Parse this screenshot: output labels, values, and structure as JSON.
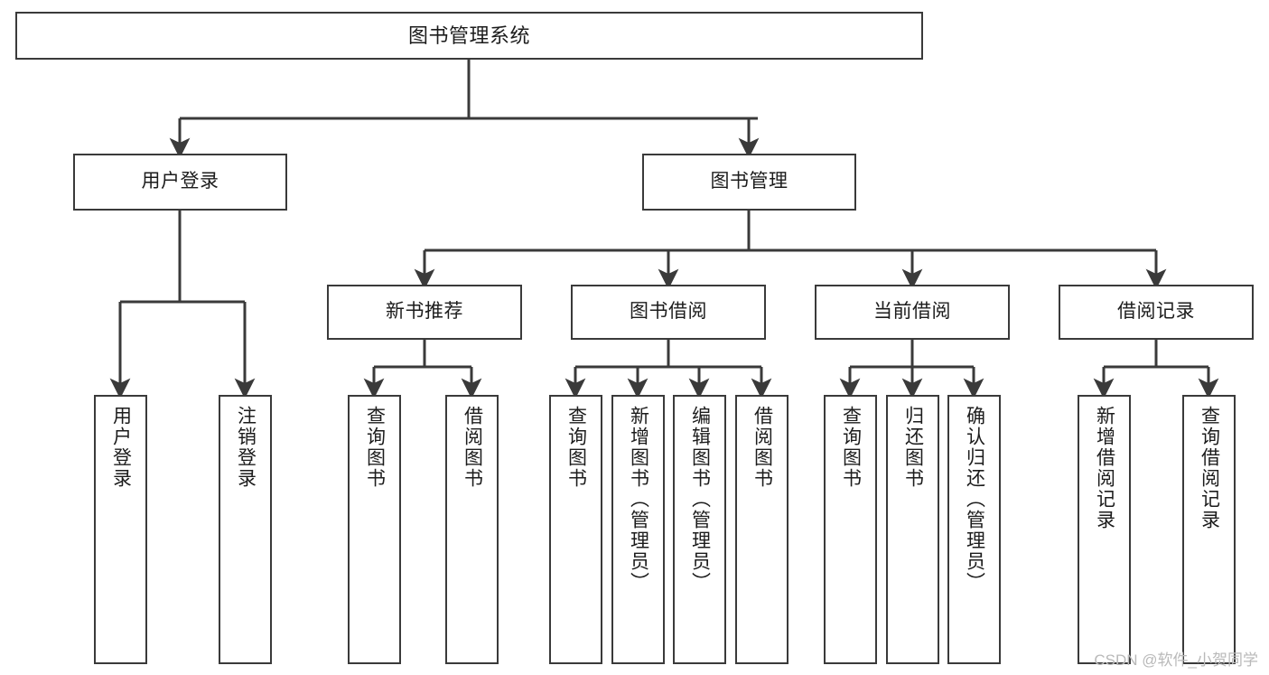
{
  "diagram": {
    "title": "图书管理系统",
    "type": "tree-hierarchy-chart",
    "watermark": "CSDN @软件_小贺同学",
    "colors": {
      "box_border": "#3a3a3a",
      "box_fill": "#ffffff",
      "edge": "#3a3a3a",
      "text": "#1c1c1c",
      "watermark": "#b9b9b9",
      "background": "#ffffff"
    },
    "levels": {
      "root": {
        "label": "图书管理系统"
      },
      "level2": [
        {
          "id": "user-login",
          "label": "用户登录"
        },
        {
          "id": "book-manage",
          "label": "图书管理"
        }
      ],
      "level3": [
        {
          "id": "new-book-recommend",
          "label": "新书推荐",
          "parent": "book-manage"
        },
        {
          "id": "book-borrow",
          "label": "图书借阅",
          "parent": "book-manage"
        },
        {
          "id": "current-borrow",
          "label": "当前借阅",
          "parent": "book-manage"
        },
        {
          "id": "borrow-record",
          "label": "借阅记录",
          "parent": "book-manage"
        }
      ],
      "leaves": [
        {
          "id": "leaf-user-login",
          "label": "用户登录",
          "parent": "user-login"
        },
        {
          "id": "leaf-logout-login",
          "label": "注销登录",
          "parent": "user-login"
        },
        {
          "id": "leaf-query-book-rec",
          "label": "查询图书",
          "parent": "new-book-recommend"
        },
        {
          "id": "leaf-borrow-book-rec",
          "label": "借阅图书",
          "parent": "new-book-recommend"
        },
        {
          "id": "leaf-query-book-borrow",
          "label": "查询图书",
          "parent": "book-borrow"
        },
        {
          "id": "leaf-add-book-admin",
          "label": "新增图书（管理员）",
          "parent": "book-borrow"
        },
        {
          "id": "leaf-edit-book-admin",
          "label": "编辑图书（管理员）",
          "parent": "book-borrow"
        },
        {
          "id": "leaf-borrow-book",
          "label": "借阅图书",
          "parent": "book-borrow"
        },
        {
          "id": "leaf-query-book-current",
          "label": "查询图书",
          "parent": "current-borrow"
        },
        {
          "id": "leaf-return-book",
          "label": "归还图书",
          "parent": "current-borrow"
        },
        {
          "id": "leaf-confirm-return-admin",
          "label": "确认归还（管理员）",
          "parent": "current-borrow"
        },
        {
          "id": "leaf-add-borrow-record",
          "label": "新增借阅记录",
          "parent": "borrow-record"
        },
        {
          "id": "leaf-query-borrow-record",
          "label": "查询借阅记录",
          "parent": "borrow-record"
        }
      ]
    }
  }
}
